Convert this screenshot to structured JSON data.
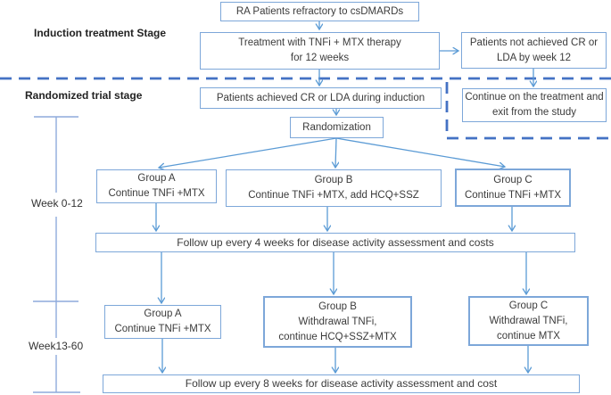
{
  "stage_labels": {
    "induction": "Induction treatment Stage",
    "randomized": "Randomized trial stage"
  },
  "timeline": {
    "week_0_12": "Week 0-12",
    "week_13_60": "Week13-60"
  },
  "boxes": {
    "ra_patients": {
      "text": "RA Patients refractory to csDMARDs"
    },
    "treatment": {
      "line1": "Treatment with  TNFi + MTX therapy",
      "line2": "for 12 weeks"
    },
    "not_achieved": {
      "text": "Patients not achieved CR or LDA by week 12"
    },
    "continue_exit": {
      "text": "Continue on the treatment and exit from the study"
    },
    "achieved": {
      "text": "Patients achieved CR or LDA during induction"
    },
    "randomization": {
      "text": "Randomization"
    },
    "group_a1": {
      "title": "Group A",
      "line2": "Continue TNFi +MTX"
    },
    "group_b1": {
      "title": "Group B",
      "line2": "Continue TNFi +MTX, add HCQ+SSZ"
    },
    "group_c1": {
      "title": "Group C",
      "line2": "Continue TNFi +MTX"
    },
    "followup1": {
      "text": "Follow up every 4 weeks for disease activity assessment and costs"
    },
    "group_a2": {
      "title": "Group A",
      "line2": "Continue TNFi +MTX"
    },
    "group_b2": {
      "title": "Group B",
      "line2": "Withdrawal TNFi,",
      "line3": "continue HCQ+SSZ+MTX"
    },
    "group_c2": {
      "title": "Group C",
      "line2": "Withdrawal TNFi,",
      "line3": "continue MTX"
    },
    "followup2": {
      "text": "Follow up every 8 weeks for disease activity assessment and cost"
    }
  },
  "colors": {
    "box_border": "#7da7d9",
    "arrow": "#5b9bd5",
    "dashed_line": "#4472c4",
    "timeline_line": "#8eaadb",
    "text": "#3b3b3b",
    "background": "#ffffff"
  }
}
